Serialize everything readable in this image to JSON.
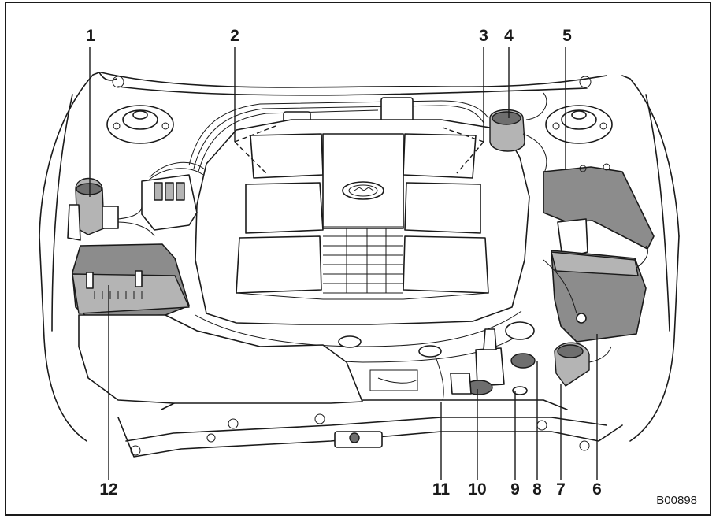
{
  "figure_code": "B00898",
  "callouts": [
    {
      "id": "1",
      "label": "1"
    },
    {
      "id": "2",
      "label": "2"
    },
    {
      "id": "3",
      "label": "3"
    },
    {
      "id": "4",
      "label": "4"
    },
    {
      "id": "5",
      "label": "5"
    },
    {
      "id": "6",
      "label": "6"
    },
    {
      "id": "7",
      "label": "7"
    },
    {
      "id": "8",
      "label": "8"
    },
    {
      "id": "9",
      "label": "9"
    },
    {
      "id": "10",
      "label": "10"
    },
    {
      "id": "11",
      "label": "11"
    },
    {
      "id": "12",
      "label": "12"
    }
  ]
}
